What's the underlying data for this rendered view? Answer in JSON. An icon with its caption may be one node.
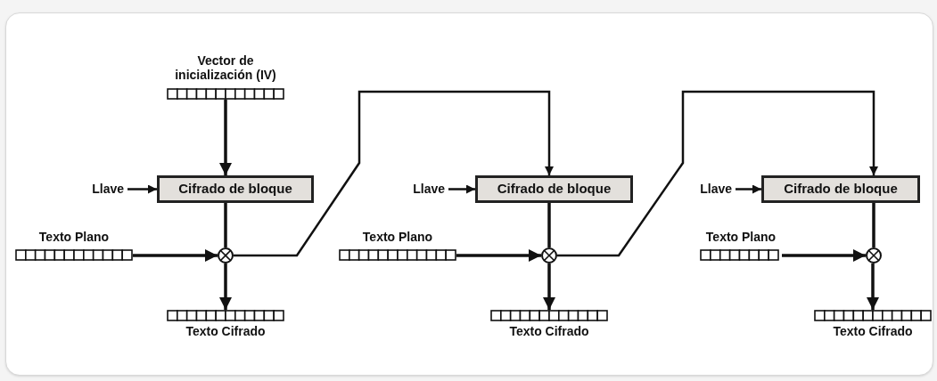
{
  "diagram": {
    "nodes": [
      {
        "text": [
          "Vector de inicialización (IV)"
        ]
      },
      {
        "text": [
          "Llave"
        ]
      },
      {
        "text": [
          "Cifrado de bloque"
        ]
      },
      {
        "text": [
          "Texto Plano"
        ]
      },
      {
        "text": [],
        "shape": "circle"
      },
      {
        "text": [
          "Texto Cifrado"
        ]
      },
      {
        "text": [
          "Llave"
        ]
      },
      {
        "text": [
          "Cifrado de bloque"
        ]
      },
      {
        "text": [
          "Texto Plano"
        ]
      },
      {
        "text": [],
        "shape": "circle"
      },
      {
        "text": [
          "Texto Cifrado"
        ]
      },
      {
        "text": [
          "Llave"
        ]
      },
      {
        "text": [
          "Cifrado de bloque"
        ]
      },
      {
        "text": [
          "Texto Plano"
        ]
      },
      {
        "text": [],
        "shape": "circle"
      },
      {
        "text": [
          "Texto Cifrado"
        ]
      }
    ],
    "edges": [
      {
        "from": 0,
        "to": 2,
        "arrow": "to"
      },
      {
        "from": 1,
        "to": 2,
        "arrow": "to"
      },
      {
        "from": 2,
        "to": 4,
        "arrow": "none"
      },
      {
        "from": 3,
        "to": 4,
        "arrow": "to"
      },
      {
        "from": 4,
        "to": 5,
        "arrow": "to"
      },
      {
        "from": 4,
        "to": 7,
        "arrow": "to"
      },
      {
        "from": 6,
        "to": 7,
        "arrow": "to"
      },
      {
        "from": 7,
        "to": 9,
        "arrow": "none"
      },
      {
        "from": 8,
        "to": 9,
        "arrow": "to"
      },
      {
        "from": 9,
        "to": 10,
        "arrow": "to"
      },
      {
        "from": 9,
        "to": 12,
        "arrow": "to"
      },
      {
        "from": 11,
        "to": 12,
        "arrow": "to"
      },
      {
        "from": 12,
        "to": 14,
        "arrow": "none"
      },
      {
        "from": 13,
        "to": 14,
        "arrow": "to"
      },
      {
        "from": 14,
        "to": 15,
        "arrow": "to"
      }
    ]
  }
}
